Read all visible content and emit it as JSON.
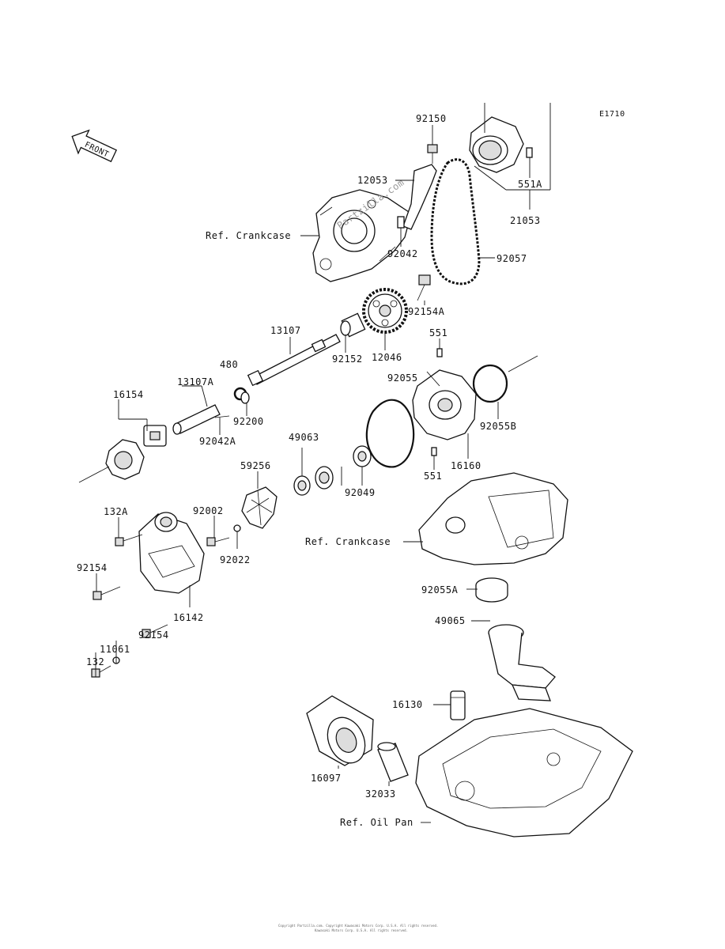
{
  "diagram_code": "E1710",
  "front_label": "FRONT",
  "watermark": "Partzilla.com",
  "footer": [
    "Copyright Partzilla.com. Copyright Kawasaki Motors Corp. U.S.A. All rights reserved.",
    "Kawasaki Motors Corp. U.S.A. All rights reserved."
  ],
  "labels": {
    "p92150": "92150",
    "p12053": "12053",
    "p551A": "551A",
    "p21053": "21053",
    "refCrankcase1": "Ref. Crankcase",
    "p92042": "92042",
    "p92057": "92057",
    "p92154A": "92154A",
    "p13107": "13107",
    "p480": "480",
    "p92152": "92152",
    "p12046": "12046",
    "p551a": "551",
    "p92055": "92055",
    "p13107A": "13107A",
    "p16154": "16154",
    "p92200": "92200",
    "p92042A": "92042A",
    "p92055B": "92055B",
    "p49063": "49063",
    "p16160": "16160",
    "p59256": "59256",
    "p551b": "551",
    "p92049": "92049",
    "p132A": "132A",
    "p92002": "92002",
    "refCrankcase2": "Ref. Crankcase",
    "p92154a": "92154",
    "p92022": "92022",
    "p16142": "16142",
    "p92055A": "92055A",
    "p92154b": "92154",
    "p49065": "49065",
    "p11061": "11061",
    "p132": "132",
    "p16130": "16130",
    "p16097": "16097",
    "p32033": "32033",
    "refOilPan": "Ref. Oil Pan"
  }
}
